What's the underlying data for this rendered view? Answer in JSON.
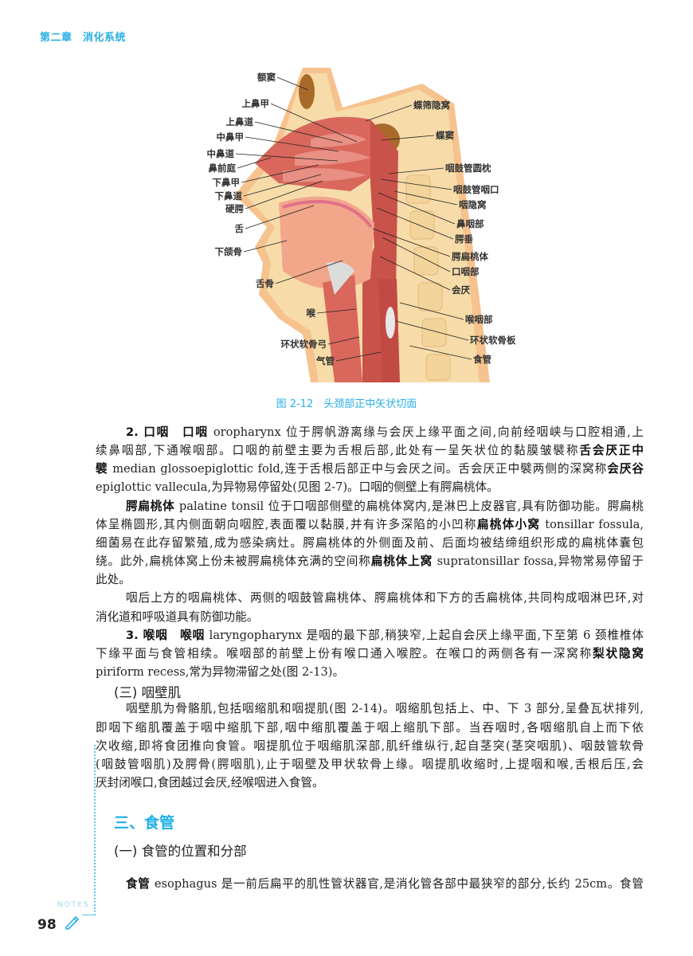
{
  "header": {
    "chapter": "第二章　消化系统"
  },
  "figure": {
    "caption": "图 2-12　头颈部正中矢状切面",
    "labels_left": [
      "额窦",
      "上鼻甲",
      "上鼻道",
      "中鼻甲",
      "中鼻道",
      "鼻前庭",
      "下鼻甲",
      "下鼻道",
      "硬腭",
      "舌",
      "下颌骨",
      "舌骨",
      "喉",
      "环状软骨弓",
      "气管"
    ],
    "labels_right": [
      "蝶筛隐窝",
      "蝶窦",
      "咽鼓管圆枕",
      "咽鼓管咽口",
      "咽隐窝",
      "鼻咽部",
      "腭垂",
      "腭扁桃体",
      "口咽部",
      "会厌",
      "喉咽部",
      "环状软骨板",
      "食管"
    ]
  },
  "body": {
    "blocks": [
      {
        "type": "p",
        "lines": [
          [
            [
              "2. 口咽　口咽",
              1
            ],
            [
              " oropharynx 位于腭帆游离缘与会厌上缘平面之间,向前经咽峡与口腔相通,上",
              0
            ]
          ],
          [
            [
              "续鼻咽部,下通喉咽部。口咽的前壁主要为舌根后部,此处有一呈矢状位的黏膜皱襞称",
              0
            ],
            [
              "舌会厌正中",
              1
            ]
          ],
          [
            [
              "襞",
              1
            ],
            [
              " median glossoepiglottic fold,连于舌根后部正中与会厌之间。舌会厌正中襞两侧的深窝称",
              0
            ],
            [
              "会厌谷",
              1
            ]
          ],
          [
            [
              "epiglottic vallecula,为异物易停留处(见图 2-7)。口咽的侧壁上有腭扁桃体。",
              0
            ]
          ]
        ]
      },
      {
        "type": "p",
        "lines": [
          [
            [
              "腭扁桃体",
              1
            ],
            [
              " palatine tonsil 位于口咽部侧壁的扁桃体窝内,是淋巴上皮器官,具有防御功能。腭扁桃",
              0
            ]
          ],
          [
            [
              "体呈椭圆形,其内侧面朝向咽腔,表面覆以黏膜,并有许多深陷的小凹称",
              0
            ],
            [
              "扁桃体小窝",
              1
            ],
            [
              " tonsillar fossula,",
              0
            ]
          ],
          [
            [
              "细菌易在此存留繁殖,成为感染病灶。腭扁桃体的外侧面及前、后面均被结缔组织形成的扁桃体囊包",
              0
            ]
          ],
          [
            [
              "绕。此外,扁桃体窝上份未被腭扁桃体充满的空间称",
              0
            ],
            [
              "扁桃体上窝",
              1
            ],
            [
              " supratonsillar fossa,异物常易停留于",
              0
            ]
          ],
          [
            [
              "此处。",
              0
            ]
          ]
        ]
      },
      {
        "type": "p",
        "lines": [
          [
            [
              "咽后上方的咽扁桃体、两侧的咽鼓管扁桃体、腭扁桃体和下方的舌扁桃体,共同构成咽淋巴环,对",
              0
            ]
          ],
          [
            [
              "消化道和呼吸道具有防御功能。",
              0
            ]
          ]
        ]
      },
      {
        "type": "p",
        "lines": [
          [
            [
              "3. 喉咽　喉咽",
              1
            ],
            [
              " laryngopharynx 是咽的最下部,稍狭窄,上起自会厌上缘平面,下至第 6 颈椎椎体",
              0
            ]
          ],
          [
            [
              "下缘平面与食管相续。喉咽部的前壁上份有喉口通入喉腔。在喉口的两侧各有一深窝称",
              0
            ],
            [
              "梨状隐窝",
              1
            ]
          ],
          [
            [
              "piriform recess,常为异物滞留之处(图 2-13)。",
              0
            ]
          ]
        ]
      },
      {
        "type": "h3",
        "text": "(三) 咽壁肌"
      },
      {
        "type": "p",
        "lines": [
          [
            [
              "咽壁肌为骨骼肌,包括咽缩肌和咽提肌(图 2-14)。咽缩肌包括上、中、下 3 部分,呈叠瓦状排列,",
              0
            ]
          ],
          [
            [
              "即咽下缩肌覆盖于咽中缩肌下部,咽中缩肌覆盖于咽上缩肌下部。当吞咽时,各咽缩肌自上而下依",
              0
            ]
          ],
          [
            [
              "次收缩,即将食团推向食管。咽提肌位于咽缩肌深部,肌纤维纵行,起自茎突(茎突咽肌)、咽鼓管软骨",
              0
            ]
          ],
          [
            [
              "(咽鼓管咽肌)及腭骨(腭咽肌),止于咽壁及甲状软骨上缘。咽提肌收缩时,上提咽和喉,舌根后压,会",
              0
            ]
          ],
          [
            [
              "厌封闭喉口,食团越过会厌,经喉咽进入食管。",
              0
            ]
          ]
        ]
      }
    ],
    "section_heading": "三、食管",
    "subsection_heading": "(一) 食管的位置和分部",
    "last_line": [
      [
        "食管",
        1
      ],
      [
        " esophagus 是一前后扁平的肌性管状器官,是消化管各部中最狭窄的部分,长约 25cm。食管",
        0
      ]
    ]
  },
  "footer": {
    "notes_label": "NOTES",
    "page_number": "98",
    "icon": "pencil-icon"
  },
  "colors": {
    "accent": "#2aaee4"
  }
}
